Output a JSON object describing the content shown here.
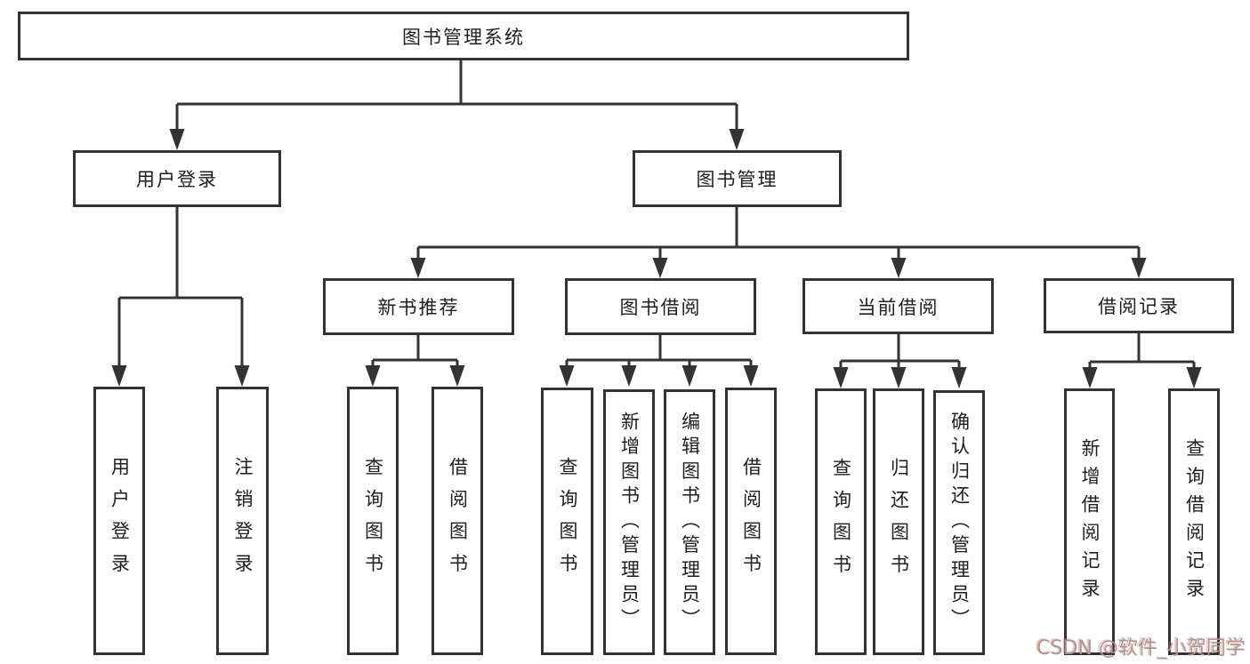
{
  "tree": {
    "root": {
      "label": "图书管理系统"
    },
    "branches": [
      {
        "label": "用户登录",
        "leaves": [
          {
            "label": "用户登录"
          },
          {
            "label": "注销登录"
          }
        ]
      },
      {
        "label": "图书管理",
        "groups": [
          {
            "label": "新书推荐",
            "leaves": [
              {
                "label": "查询图书"
              },
              {
                "label": "借阅图书"
              }
            ]
          },
          {
            "label": "图书借阅",
            "leaves": [
              {
                "label": "查询图书"
              },
              {
                "label": "新增图书（管理员）"
              },
              {
                "label": "编辑图书（管理员）"
              },
              {
                "label": "借阅图书"
              }
            ]
          },
          {
            "label": "当前借阅",
            "leaves": [
              {
                "label": "查询图书"
              },
              {
                "label": "归还图书"
              },
              {
                "label": "确认归还（管理员）"
              }
            ]
          },
          {
            "label": "借阅记录",
            "leaves": [
              {
                "label": "新增借阅记录"
              },
              {
                "label": "查询借阅记录"
              }
            ]
          }
        ]
      }
    ]
  },
  "watermark": {
    "text": "CSDN @软件_小贺同学"
  },
  "colors": {
    "line": "#333333",
    "box_border": "#333333",
    "text": "#1e1e1e",
    "background": "#ffffff",
    "watermark_gray": "#9c9c9c",
    "watermark_accent": "#fc5531"
  }
}
